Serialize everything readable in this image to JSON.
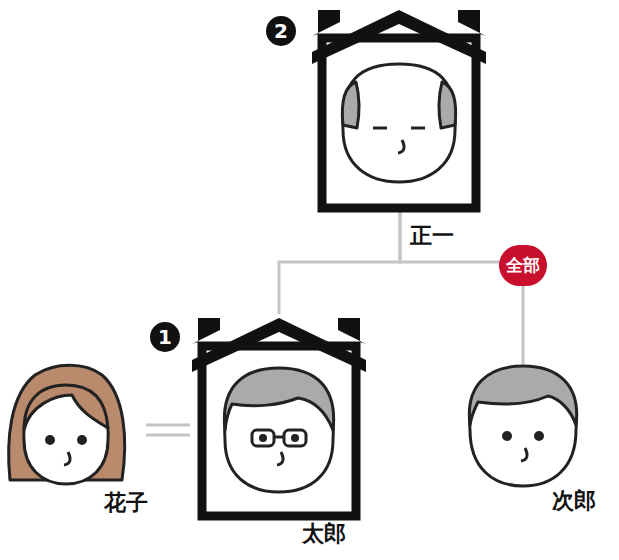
{
  "diagram": {
    "nodes": [
      {
        "text": [
          "正一"
        ]
      },
      {
        "text": [
          "花子"
        ]
      },
      {
        "text": [
          "太郎"
        ]
      },
      {
        "text": [
          "次郎"
        ]
      }
    ],
    "edges": [
      {
        "from": 0,
        "to": 2,
        "arrow": "none"
      },
      {
        "from": 0,
        "to": 3,
        "label": "全部",
        "arrow": "none"
      },
      {
        "from": 1,
        "to": 2,
        "arrow": "none"
      }
    ],
    "labels": [
      "2",
      "1"
    ]
  }
}
